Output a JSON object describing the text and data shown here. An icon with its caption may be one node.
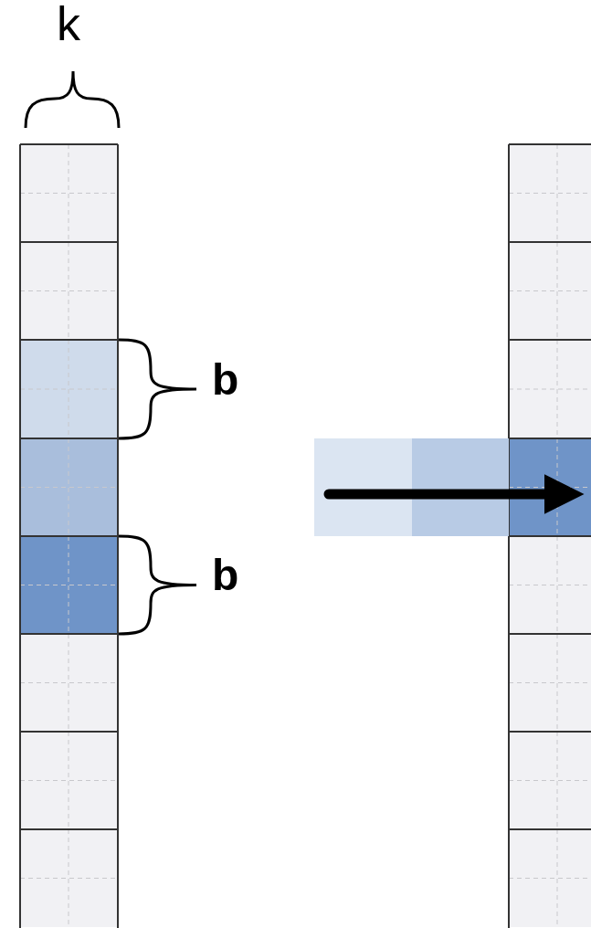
{
  "diagram": {
    "labels": [
      "k",
      "b",
      "b"
    ]
  }
}
